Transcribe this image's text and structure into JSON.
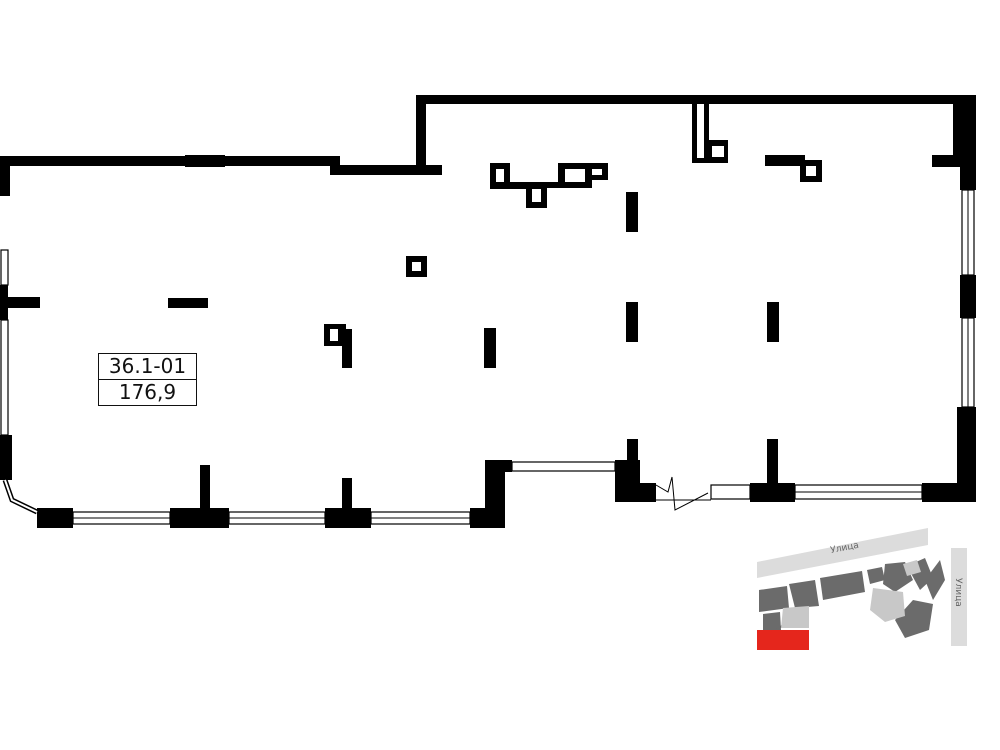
{
  "unit": {
    "number": "36.1-01",
    "area": "176,9"
  },
  "minimap": {
    "street_top": "Улица",
    "street_right": "Улица",
    "colors": {
      "highlight": "#e5261c",
      "building": "#6b6b6b",
      "building_light": "#c8c8c8",
      "street": "#dcdcdc"
    }
  }
}
